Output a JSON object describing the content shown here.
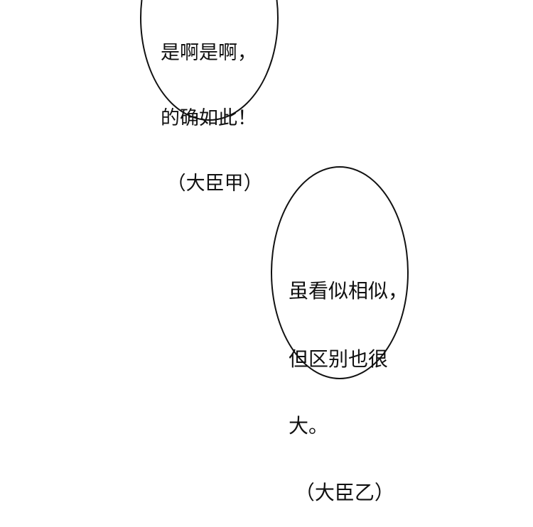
{
  "bubbles": [
    {
      "speaker": "（大臣甲）",
      "lines": [
        "是啊是啊，",
        "的确如此！",
        " （大臣甲）"
      ]
    },
    {
      "speaker": "（大臣乙）",
      "lines": [
        "虽看似相似，",
        "但区别也很",
        "大。",
        " （大臣乙）"
      ]
    }
  ],
  "colors": {
    "background": "#ffffff",
    "outline": "#111111",
    "text": "#111111"
  }
}
